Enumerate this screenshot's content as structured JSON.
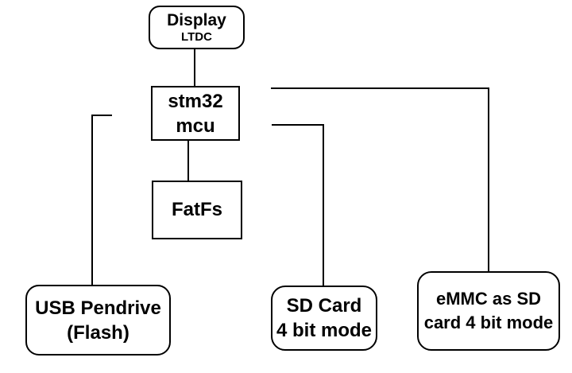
{
  "diagram": {
    "background_color": "#ffffff",
    "line_color": "#000000",
    "text_color": "#000000",
    "nodes": {
      "display": {
        "line1": "Display",
        "line2": "LTDC"
      },
      "stm32": {
        "line1": "stm32",
        "line2": "mcu"
      },
      "fatfs": {
        "line1": "FatFs"
      },
      "usb": {
        "line1": "USB Pendrive",
        "line2": "(Flash)"
      },
      "sd": {
        "line1": "SD Card",
        "line2": "4 bit mode"
      },
      "emmc": {
        "line1": "eMMC as SD",
        "line2": "card 4 bit mode"
      }
    }
  }
}
